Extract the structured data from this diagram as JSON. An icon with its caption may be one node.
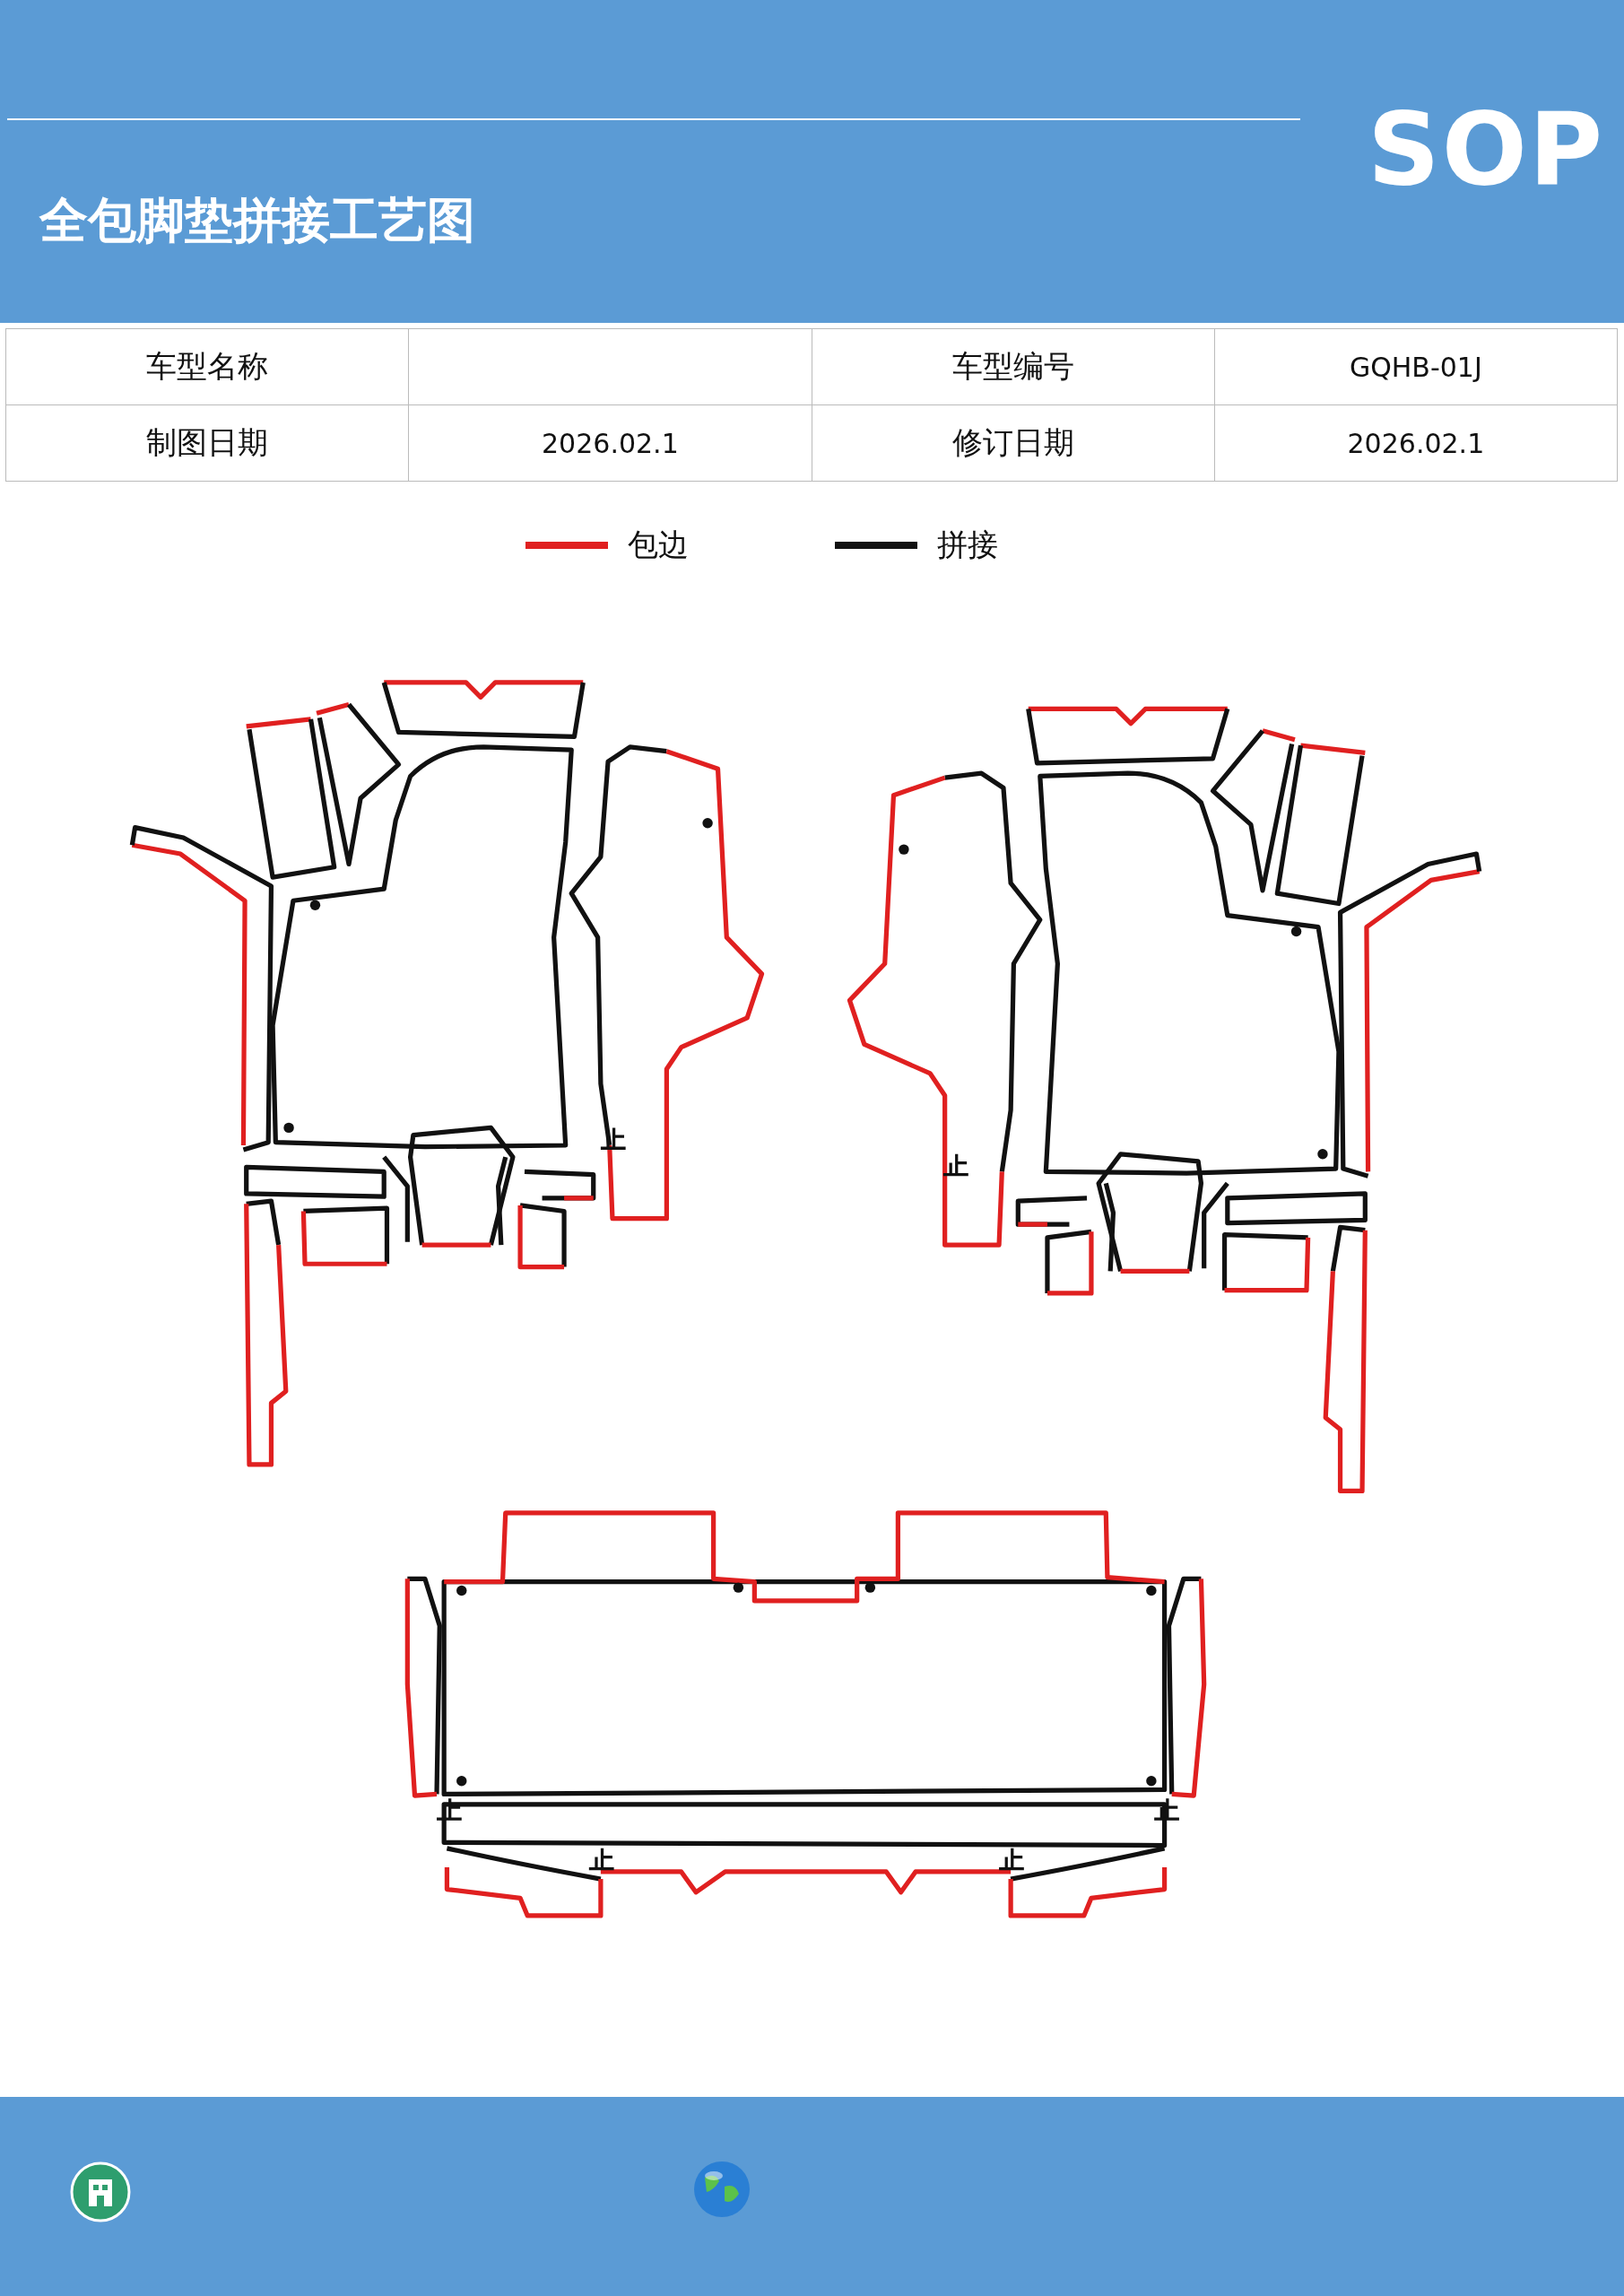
{
  "diagram": {
    "title": "全包脚垫拼接工艺图",
    "labels": [
      "SOP",
      "车型名称",
      "车型编号",
      "GQHB-01J",
      "制图日期",
      "2026.02.1",
      "修订日期",
      "2026.02.1"
    ],
    "legend": [
      {
        "text": "包边"
      },
      {
        "text": "拼接"
      }
    ]
  }
}
